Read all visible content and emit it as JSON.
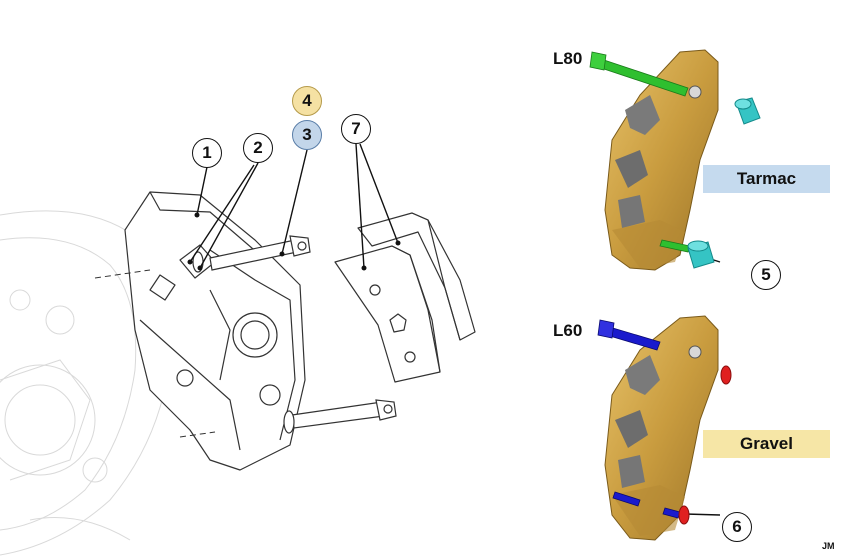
{
  "callouts": {
    "c1": "1",
    "c2": "2",
    "c3": "3",
    "c4": "4",
    "c5": "5",
    "c6": "6",
    "c7": "7"
  },
  "colors": {
    "callout4_fill": "#f5e1a3",
    "callout3_fill": "#c3d6ea",
    "tarmac_fill": "#c5daee",
    "gravel_fill": "#f6e6a6",
    "caliper_gold": "#caa24c",
    "bolt_l80": "#2fbf2f",
    "bolt_l60": "#1a1acc",
    "spacer_tarmac": "#38c9c9",
    "spacer_gravel": "#e02020"
  },
  "labels": {
    "l80": "L80",
    "l60": "L60",
    "tarmac": "Tarmac",
    "gravel": "Gravel",
    "author": "JM"
  }
}
